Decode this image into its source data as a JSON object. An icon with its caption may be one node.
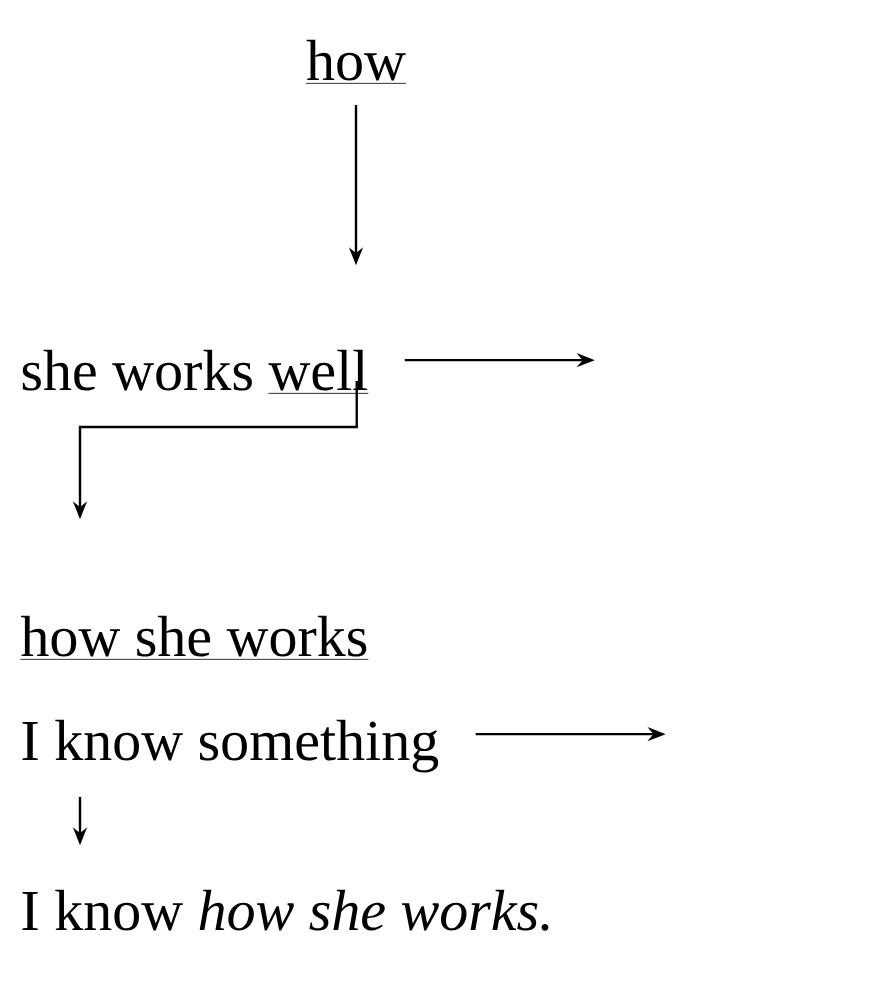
{
  "diagram": {
    "nodes": [
      {
        "text": [
          "how"
        ]
      },
      {
        "text": [
          "she works",
          "well"
        ]
      },
      {
        "text": [
          "how she works"
        ]
      },
      {
        "text": [
          "I know something"
        ]
      },
      {
        "text": [
          "I know *how she works.*"
        ]
      }
    ],
    "edges": [
      {
        "from": 0,
        "to": 1,
        "arrow": "to"
      },
      {
        "from": 1,
        "to": null,
        "arrow": "to"
      },
      {
        "from": 1,
        "to": 2,
        "arrow": "to"
      },
      {
        "from": 3,
        "to": null,
        "arrow": "to"
      },
      {
        "from": 3,
        "to": 4,
        "arrow": "to"
      }
    ]
  }
}
